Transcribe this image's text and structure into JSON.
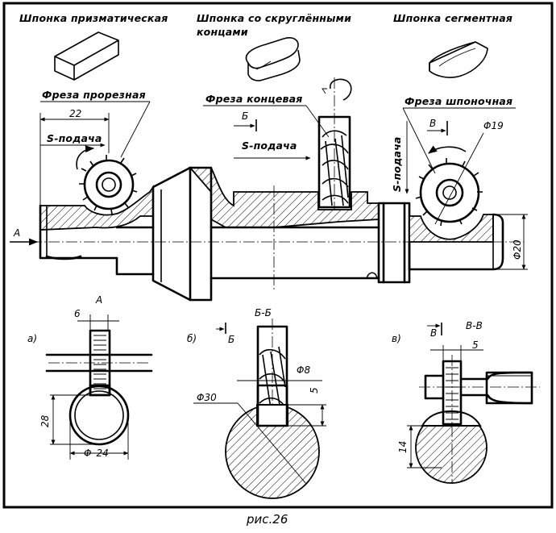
{
  "labels": {
    "key_prismatic": "Шпонка призматическая",
    "key_rounded_1": "Шпонка со скруглёнными",
    "key_rounded_2": "концами",
    "key_segment": "Шпонка сегментная",
    "cutter_slot": "Фреза прорезная",
    "cutter_end": "Фреза концевая",
    "cutter_key": "Фреза шпоночная",
    "feed": "S-подача",
    "view_a": "A",
    "arrow_a": "A",
    "section_b": "Б",
    "section_v": "В",
    "section_bb": "Б-Б",
    "section_vv": "В-В",
    "sub_a": "а)",
    "sub_b": "б)",
    "sub_v": "в)"
  },
  "dimensions": {
    "d22": "22",
    "d19": "19",
    "d20": "20",
    "d6": "6",
    "d28": "28",
    "d24": "24",
    "d8": "8",
    "d5_b": "5",
    "d30": "30",
    "d5_v": "5",
    "d14": "14",
    "dia_sign": "Φ"
  },
  "caption": "рис.26"
}
